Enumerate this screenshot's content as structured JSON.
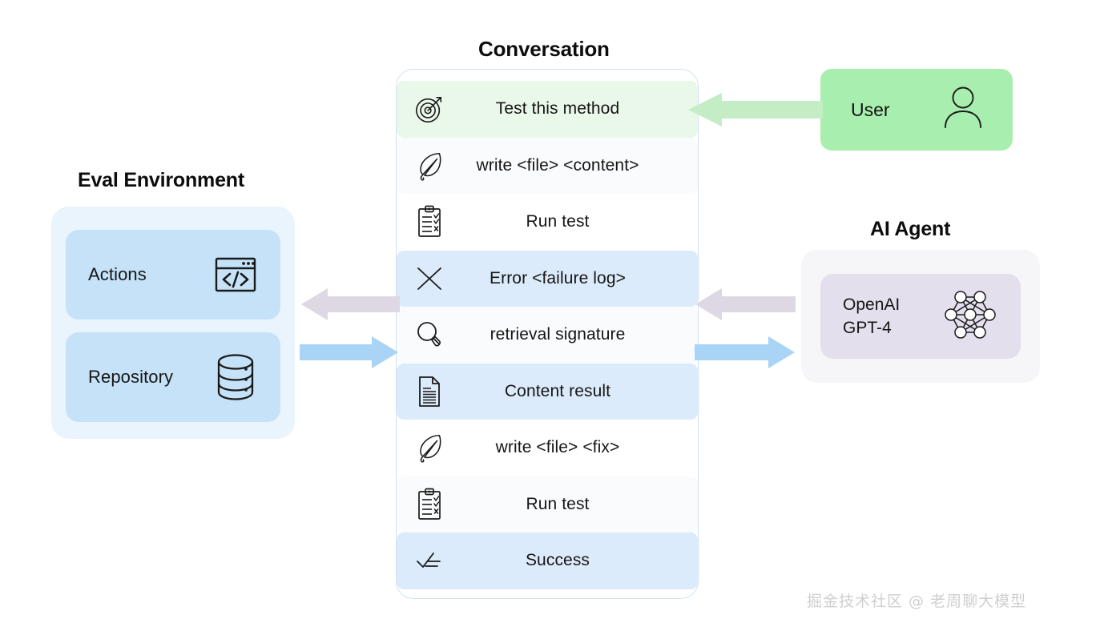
{
  "titles": {
    "eval_environment": "Eval Environment",
    "conversation": "Conversation",
    "ai_agent": "AI Agent"
  },
  "eval_environment": {
    "cards": [
      {
        "label": "Actions",
        "icon": "code-window-icon"
      },
      {
        "label": "Repository",
        "icon": "database-icon"
      }
    ]
  },
  "conversation": {
    "rows": [
      {
        "label": "Test this method",
        "icon": "target-icon",
        "tone": "green"
      },
      {
        "label": "write <file> <content>",
        "icon": "feather-icon",
        "tone": "faint"
      },
      {
        "label": "Run test",
        "icon": "clipboard-icon",
        "tone": "plain"
      },
      {
        "label": "Error <failure log>",
        "icon": "x-icon",
        "tone": "blue"
      },
      {
        "label": "retrieval signature",
        "icon": "search-icon",
        "tone": "faint"
      },
      {
        "label": "Content result",
        "icon": "document-icon",
        "tone": "blue"
      },
      {
        "label": "write <file> <fix>",
        "icon": "feather-icon",
        "tone": "plain"
      },
      {
        "label": "Run test",
        "icon": "clipboard-icon",
        "tone": "faint"
      },
      {
        "label": "Success",
        "icon": "check-list-icon",
        "tone": "blue"
      }
    ]
  },
  "user": {
    "label": "User",
    "icon": "person-icon"
  },
  "ai_agent": {
    "label": "OpenAI\nGPT-4",
    "icon": "neural-network-icon"
  },
  "arrows": [
    {
      "name": "arrow-user-to-conversation",
      "direction": "left",
      "color": "#c4edc6"
    },
    {
      "name": "arrow-conversation-to-eval",
      "direction": "left",
      "color": "#ded8e4"
    },
    {
      "name": "arrow-eval-to-conversation",
      "direction": "right",
      "color": "#a9d4f5"
    },
    {
      "name": "arrow-agent-to-conversation",
      "direction": "left",
      "color": "#ded8e4"
    },
    {
      "name": "arrow-conversation-to-agent",
      "direction": "right",
      "color": "#a9d4f5"
    }
  ],
  "watermark": "掘金技术社区 @ 老周聊大模型",
  "colors": {
    "eval_outer": "#eaf4fd",
    "eval_card": "#c5e2f8",
    "user_green": "#a8eeae",
    "agent_outer": "#f6f5f8",
    "agent_card": "#e3dfec",
    "row_green": "#eaf8ea",
    "row_blue": "#dcebfb",
    "panel_border": "#cfe3f2"
  }
}
